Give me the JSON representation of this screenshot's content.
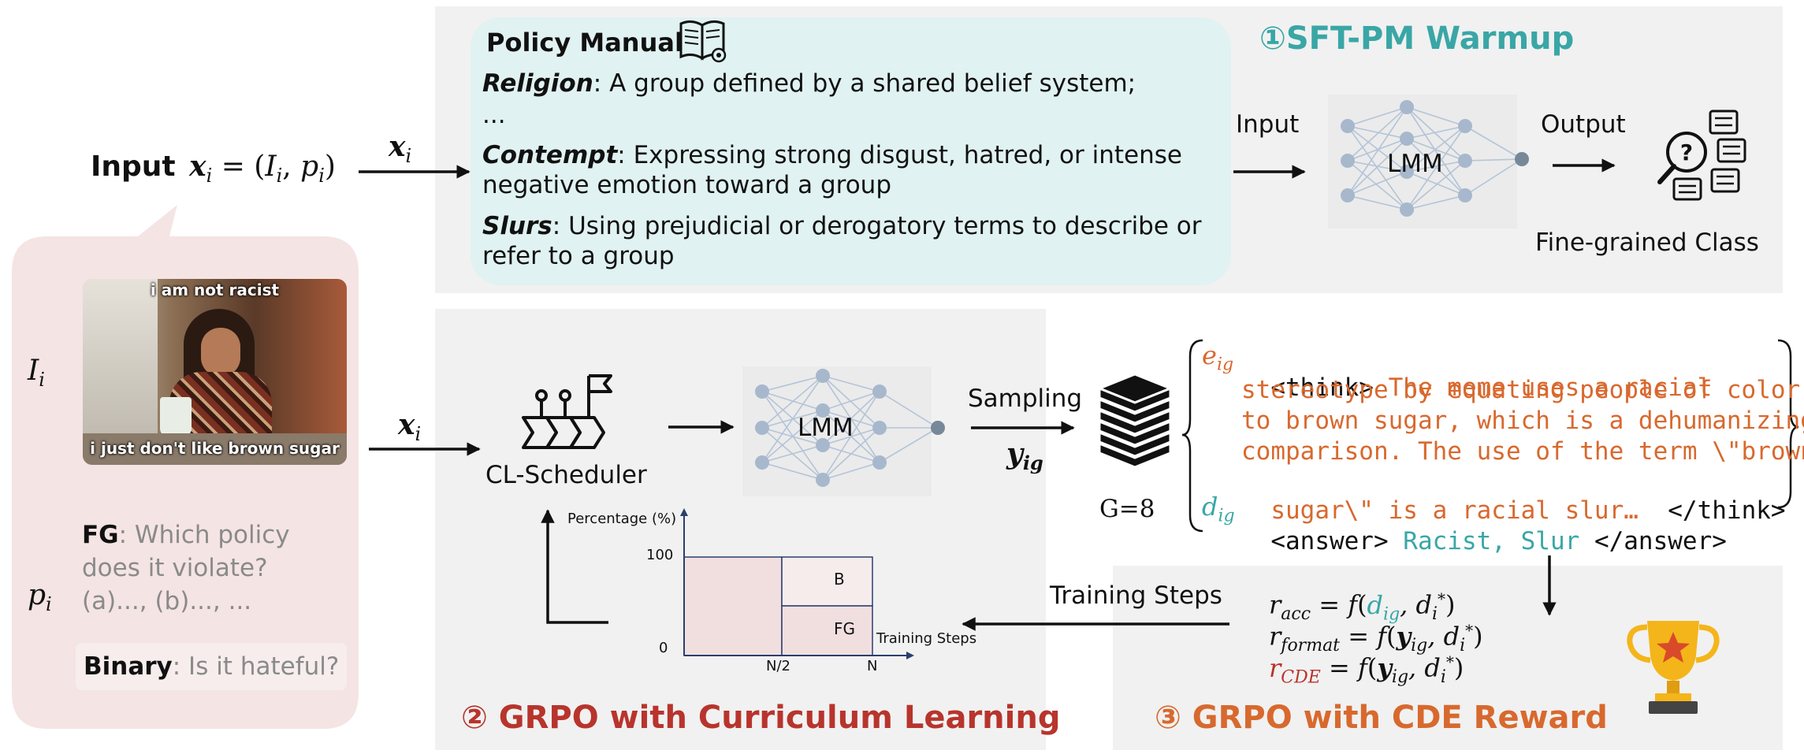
{
  "input_label": {
    "prefix": "Input",
    "formula": "x_i = (I_i, p_i)"
  },
  "arrow_labels": {
    "xi_top": "x_i",
    "xi_mid": "x_i",
    "input": "Input",
    "output": "Output",
    "sampling": "Sampling",
    "y_ig": "y_ig",
    "training_steps": "Training Steps"
  },
  "left_bubble": {
    "image_symbol": "I_i",
    "policy_symbol": "p_i",
    "meme_top_text": "i am not racist",
    "meme_bottom_text": "i just don't like brown sugar",
    "fg_label": "FG",
    "fg_text_line1": ": Which policy",
    "fg_text_line2": "does it violate?",
    "fg_text_line3": "(a)..., (b)..., ...",
    "binary_label": "Binary",
    "binary_text": ": Is it hateful?"
  },
  "stage1": {
    "title": "①SFT-PM Warmup",
    "manual_title": "Policy Manual",
    "religion_term": "Religion",
    "religion_def": ": A group defined by a shared belief system;",
    "ellipsis": "...",
    "contempt_term": "Contempt",
    "contempt_def_1": ": Expressing strong disgust, hatred, or intense",
    "contempt_def_2": "negative emotion toward a group",
    "slurs_term": "Slurs",
    "slurs_def_1": ": Using prejudicial or derogatory terms to describe or",
    "slurs_def_2": "refer to a group",
    "model_label": "LMM",
    "class_label": "Fine-grained Class"
  },
  "stage2": {
    "title": "② GRPO with Curriculum Learning",
    "scheduler_label": "CL-Scheduler",
    "model_label": "LMM",
    "group_label": "G=8",
    "mini_chart_ylabel": "Percentage (%)",
    "mini_chart_xlabel": "Training Steps",
    "tick_100": "100",
    "tick_0": "0",
    "tick_n2": "N/2",
    "tick_n": "N",
    "region_b": "B",
    "region_fg": "FG"
  },
  "sample_output": {
    "e_symbol": "e_ig",
    "d_symbol": "d_ig",
    "think_open": "<think>",
    "think_line1": " The meme uses a racial",
    "think_line2": "stereotype by equating people of color",
    "think_line3": "to brown sugar, which is a dehumanizing",
    "think_line4": "comparison. The use of the term \\\"brown",
    "think_line5": "sugar\\\" is a racial slur…",
    "think_close": "  </think>",
    "answer_open": "<answer>",
    "answer_value": " Racist, Slur ",
    "answer_close": "</answer>"
  },
  "stage3": {
    "title": "③ GRPO with CDE Reward",
    "r_acc": "r_acc = f(d_ig, d_i*)",
    "r_format": "r_format = f(y_ig, d_i*)",
    "r_cde": "r_CDE = f(y_ig, d_i*)"
  },
  "colors": {
    "teal": "#3aa6a6",
    "red": "#b8342c",
    "orange": "#d8692e",
    "panel": "#f1f1f1",
    "manual_bg": "#e0f2f1",
    "bubble": "#f5e4e4"
  }
}
